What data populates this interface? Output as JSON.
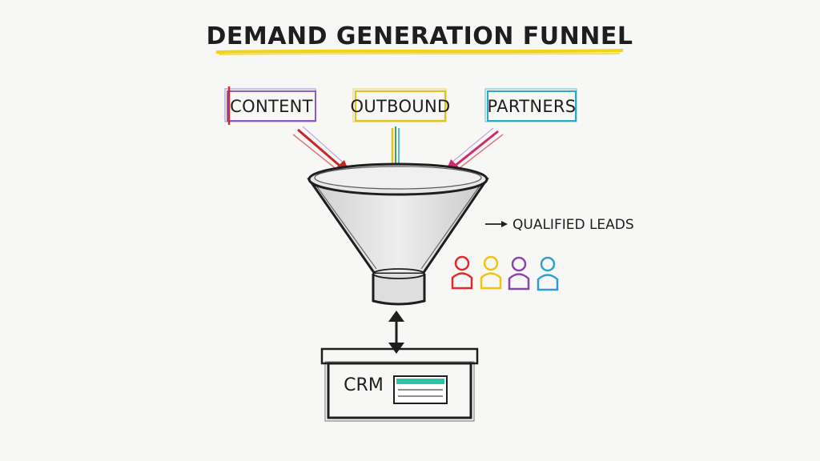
{
  "title": "DEMAND GENERATION FUNNEL",
  "sources": [
    {
      "label": "CONTENT",
      "color": "#8b5cc6",
      "accent": "#d62828"
    },
    {
      "label": "OUTBOUND",
      "color": "#e3c21c",
      "accent": "#3aa655"
    },
    {
      "label": "PARTNERS",
      "color": "#2fa9c8",
      "accent": "#cf2a6b"
    }
  ],
  "output_label": "QUALIFIED LEADS",
  "leads": [
    {
      "color": "#e02a2a"
    },
    {
      "color": "#f1c40f"
    },
    {
      "color": "#8e44ad"
    },
    {
      "color": "#2e9fd0"
    }
  ],
  "crm_label": "CRM",
  "colors": {
    "title_underline": "#f2d21a",
    "ink": "#1e1e1e",
    "arrow_red": "#c62828",
    "crm_screen": "#2ec4a6"
  }
}
